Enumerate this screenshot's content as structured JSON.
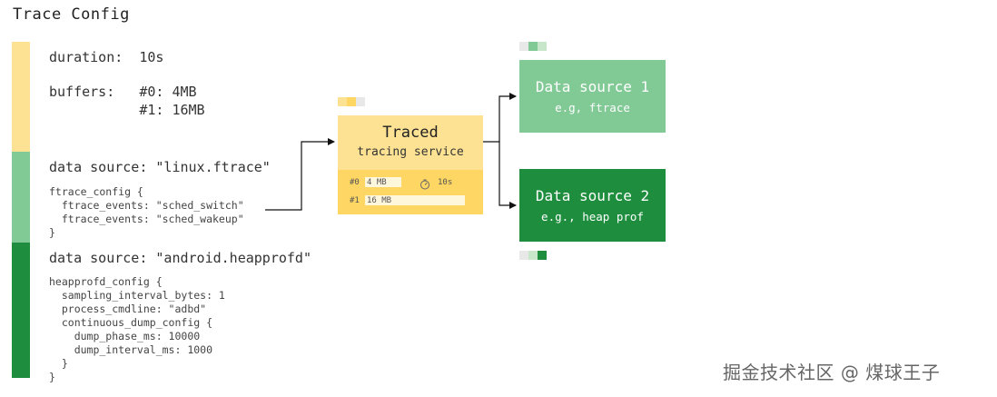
{
  "title": "Trace Config",
  "config": {
    "duration_label": "duration:  10s",
    "buffers_label_line1": "buffers:   #0: 4MB",
    "buffers_label_line2": "           #1: 16MB",
    "ds_ftrace_label": "data source: \"linux.ftrace\"",
    "ftrace_code": "ftrace_config {\n  ftrace_events: \"sched_switch\"\n  ftrace_events: \"sched_wakeup\"\n}",
    "ds_heapprofd_label": "data source: \"android.heapprofd\"",
    "heapprofd_code": "heapprofd_config {\n  sampling_interval_bytes: 1\n  process_cmdline: \"adbd\"\n  continuous_dump_config {\n    dump_phase_ms: 10000\n    dump_interval_ms: 1000\n  }\n}"
  },
  "traced": {
    "title": "Traced",
    "subtitle": "tracing service",
    "buf0_id": "#0",
    "buf0_size": "4 MB",
    "duration": "10s",
    "buf1_id": "#1",
    "buf1_size": "16 MB",
    "timer_icon": "timer-icon"
  },
  "data_sources": [
    {
      "title": "Data source 1",
      "subtitle": "e.g, ftrace"
    },
    {
      "title": "Data source 2",
      "subtitle": "e.g., heap prof"
    }
  ],
  "watermark": "掘金技术社区 @ 煤球王子",
  "colors": {
    "yellow": "#fde293",
    "yellow_dark": "#fdd663",
    "green_light": "#81c995",
    "green_dark": "#1e8e3e"
  }
}
